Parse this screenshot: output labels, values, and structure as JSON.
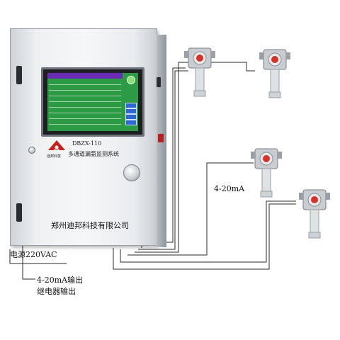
{
  "cabinet": {
    "model": "DBZX-110",
    "system_name": "多通道漏氨监测系统",
    "logo_text": "迪邦科技",
    "company": "郑州迪邦科技有限公司"
  },
  "labels": {
    "power": "电源220VAC",
    "output_1": "4-20mA输出",
    "output_2": "继电器输出",
    "signal": "4-20mA"
  },
  "detectors": [
    {
      "name": "detector-1",
      "status_color": "#d8322a"
    },
    {
      "name": "detector-2",
      "status_color": "#d8322a"
    },
    {
      "name": "detector-3",
      "status_color": "#d8322a"
    },
    {
      "name": "detector-4",
      "status_color": "#d8322a"
    }
  ],
  "colors": {
    "screen_bg": "#2d9a46",
    "screen_header": "#6a2bb5",
    "screen_buttons": "#2f66d0",
    "logo_red": "#c8211c"
  }
}
